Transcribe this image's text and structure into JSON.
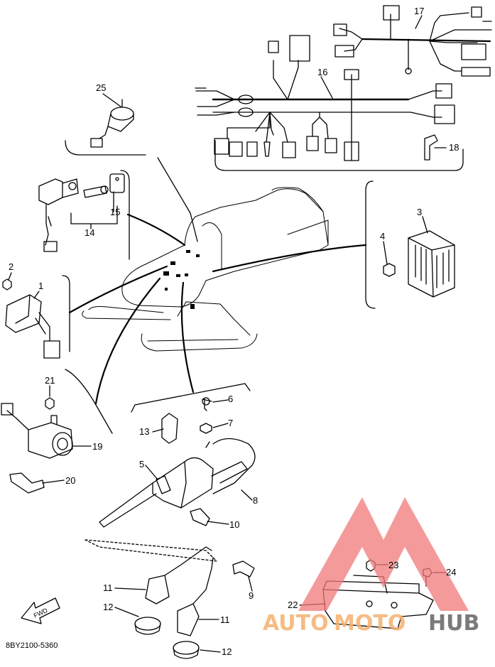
{
  "diagram": {
    "part_code": "8BY2100-5360",
    "fwd_label": "FWD",
    "callouts": [
      "1",
      "2",
      "3",
      "4",
      "5",
      "6",
      "7",
      "8",
      "9",
      "10",
      "11",
      "11",
      "12",
      "12",
      "13",
      "14",
      "15",
      "16",
      "17",
      "18",
      "19",
      "20",
      "21",
      "22",
      "23",
      "24",
      "25"
    ]
  },
  "watermark": {
    "text_auto": "AUTO",
    "text_moto": "MOTO",
    "text_hub": "HUB",
    "colors": {
      "triangle": "#f07878",
      "auto": "#f5b070",
      "moto": "#f5b070",
      "hub": "#7a7a7a"
    }
  }
}
